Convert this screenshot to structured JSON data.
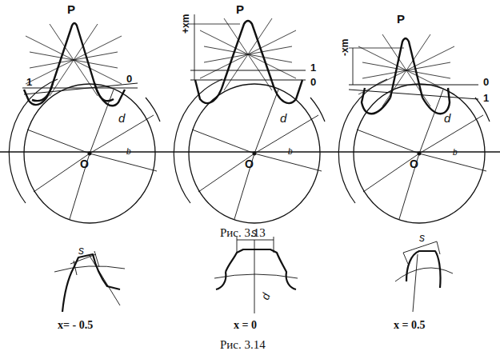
{
  "diagram": {
    "labels": [
      "P",
      "1",
      "0",
      "d",
      "b",
      "O",
      "+xm",
      "P",
      "1",
      "0",
      "d",
      "b",
      "O",
      "-xm",
      "P",
      "0",
      "1",
      "d",
      "b",
      "O",
      "Рис. 3.13",
      "s",
      "s",
      "s",
      "d",
      "x= - 0.5",
      "x = 0",
      "x = 0.5",
      "Рис. 3.14"
    ]
  }
}
